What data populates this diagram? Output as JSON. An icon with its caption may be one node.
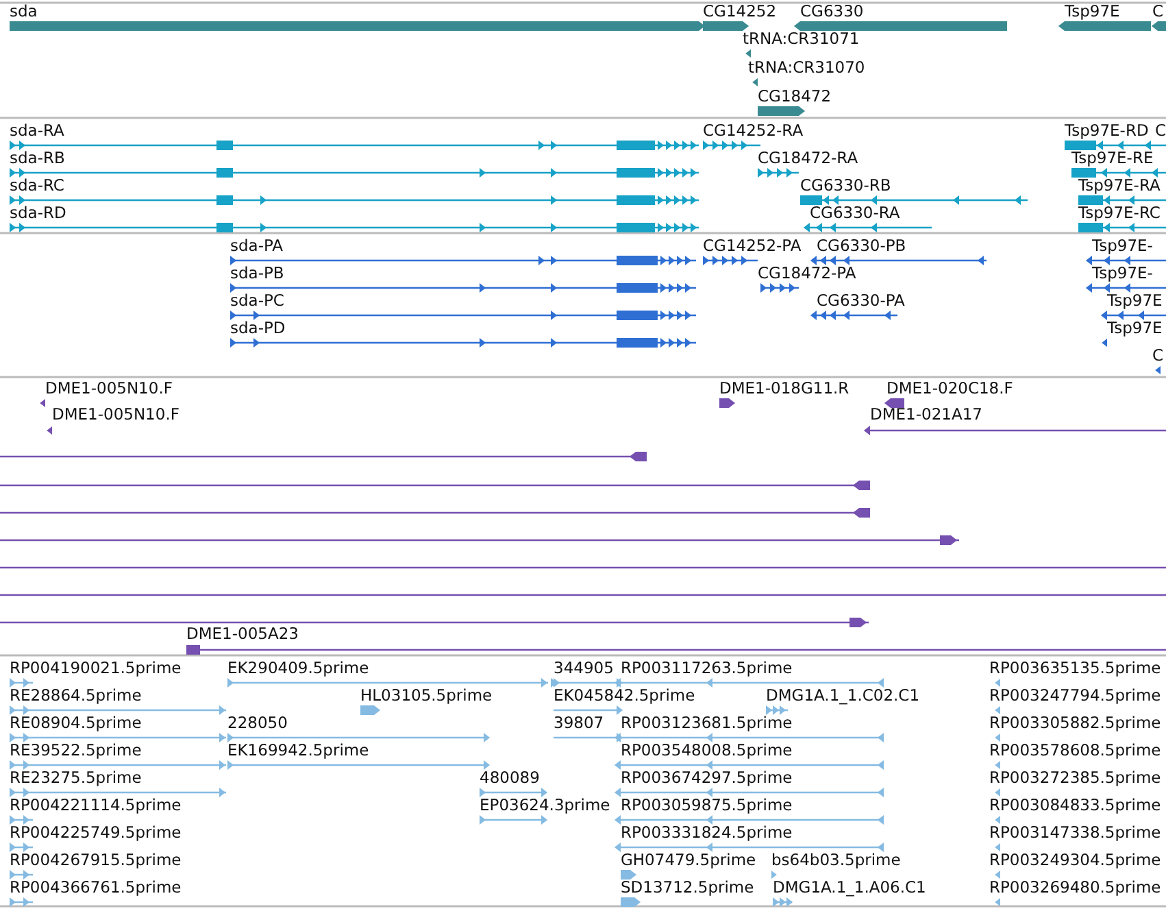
{
  "diagram": {
    "labels": [
      "sda",
      "CG14252",
      "CG6330",
      "Tsp97E",
      "C",
      "tRNA:CR31071",
      "tRNA:CR31070",
      "CG18472",
      "sda-RA",
      "CG14252-RA",
      "Tsp97E-RD",
      "C",
      "sda-RB",
      "CG18472-RA",
      "Tsp97E-RE",
      "sda-RC",
      "CG6330-RB",
      "Tsp97E-RA",
      "sda-RD",
      "CG6330-RA",
      "Tsp97E-RC",
      "sda-PA",
      "CG14252-PA",
      "CG6330-PB",
      "Tsp97E-",
      "sda-PB",
      "CG18472-PA",
      "Tsp97E-",
      "sda-PC",
      "CG6330-PA",
      "Tsp97E",
      "sda-PD",
      "Tsp97E",
      "C",
      "DME1-005N10.F",
      "DME1-018G11.R",
      "DME1-020C18.F",
      "DME1-005N10.F",
      "DME1-021A17",
      "DME1-005A23",
      "RP004190021.5prime",
      "EK290409.5prime",
      "344905",
      "RP003117263.5prime",
      "RP003635135.5prime",
      "RE28864.5prime",
      "HL03105.5prime",
      "EK045842.5prime",
      "DMG1A.1_1.C02.C1",
      "RP003247794.5prime",
      "RE08904.5prime",
      "228050",
      "39807",
      "RP003123681.5prime",
      "RP003305882.5prime",
      "RE39522.5prime",
      "EK169942.5prime",
      "RP003548008.5prime",
      "RP003578608.5prime",
      "RE23275.5prime",
      "480089",
      "RP003674297.5prime",
      "RP003272385.5prime",
      "RP004221114.5prime",
      "EP03624.3prime",
      "RP003059875.5prime",
      "RP003084833.5prime",
      "RP004225749.5prime",
      "RP003331824.5prime",
      "RP003147338.5prime",
      "RP004267915.5prime",
      "GH07479.5prime",
      "bs64b03.5prime",
      "RP003249304.5prime",
      "RP004366761.5prime",
      "SD13712.5prime",
      "DMG1A.1_1.A06.C1",
      "RP003269480.5prime"
    ]
  }
}
